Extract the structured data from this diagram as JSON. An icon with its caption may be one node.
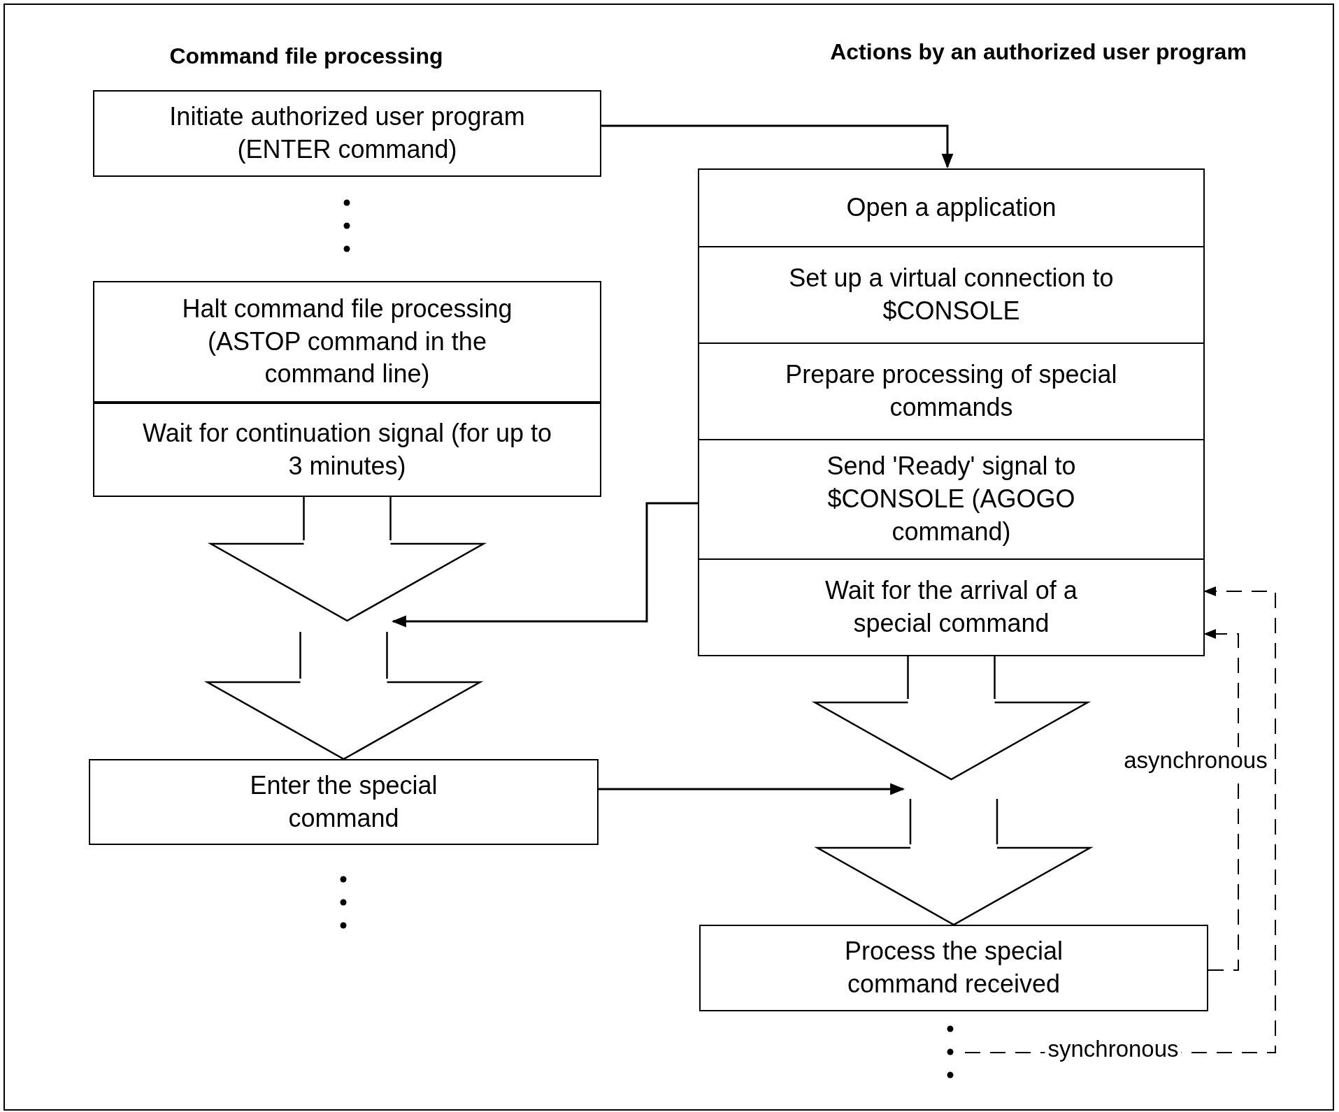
{
  "diagram": {
    "nodes": [
      {
        "text": [
          "Initiate authorized user program (ENTER command)"
        ]
      },
      {
        "text": [
          "Halt command file processing (ASTOP command in the command line)"
        ]
      },
      {
        "text": [
          "Wait for continuation signal (for up to 3 minutes)"
        ]
      },
      {
        "text": [
          "Enter the special command"
        ]
      },
      {
        "text": [
          "Open a application"
        ]
      },
      {
        "text": [
          "Set up a virtual connection to $CONSOLE"
        ]
      },
      {
        "text": [
          "Prepare processing of special commands"
        ]
      },
      {
        "text": [
          "Send 'Ready' signal to $CONSOLE (AGOGO command)"
        ]
      },
      {
        "text": [
          "Wait for the arrival of a special command"
        ]
      },
      {
        "text": [
          "Process the special command received"
        ]
      }
    ],
    "edges": [
      {
        "from": 0,
        "to": 4,
        "arrow": "to"
      },
      {
        "from": 2,
        "to": null,
        "arrow": "to"
      },
      {
        "from": null,
        "to": 3,
        "arrow": "to"
      },
      {
        "from": 7,
        "to": null,
        "arrow": "to"
      },
      {
        "from": 3,
        "to": null,
        "arrow": "to"
      },
      {
        "from": 8,
        "to": null,
        "arrow": "to"
      },
      {
        "from": null,
        "to": 9,
        "arrow": "to"
      },
      {
        "from": 9,
        "to": 8,
        "arrow": "to",
        "style": "dashed",
        "label": "asynchronous"
      },
      {
        "from": null,
        "to": 8,
        "arrow": "to",
        "style": "dashed",
        "label": "synchronous"
      }
    ],
    "labels": [
      "Command file processing",
      "Actions by an authorized user program"
    ]
  }
}
